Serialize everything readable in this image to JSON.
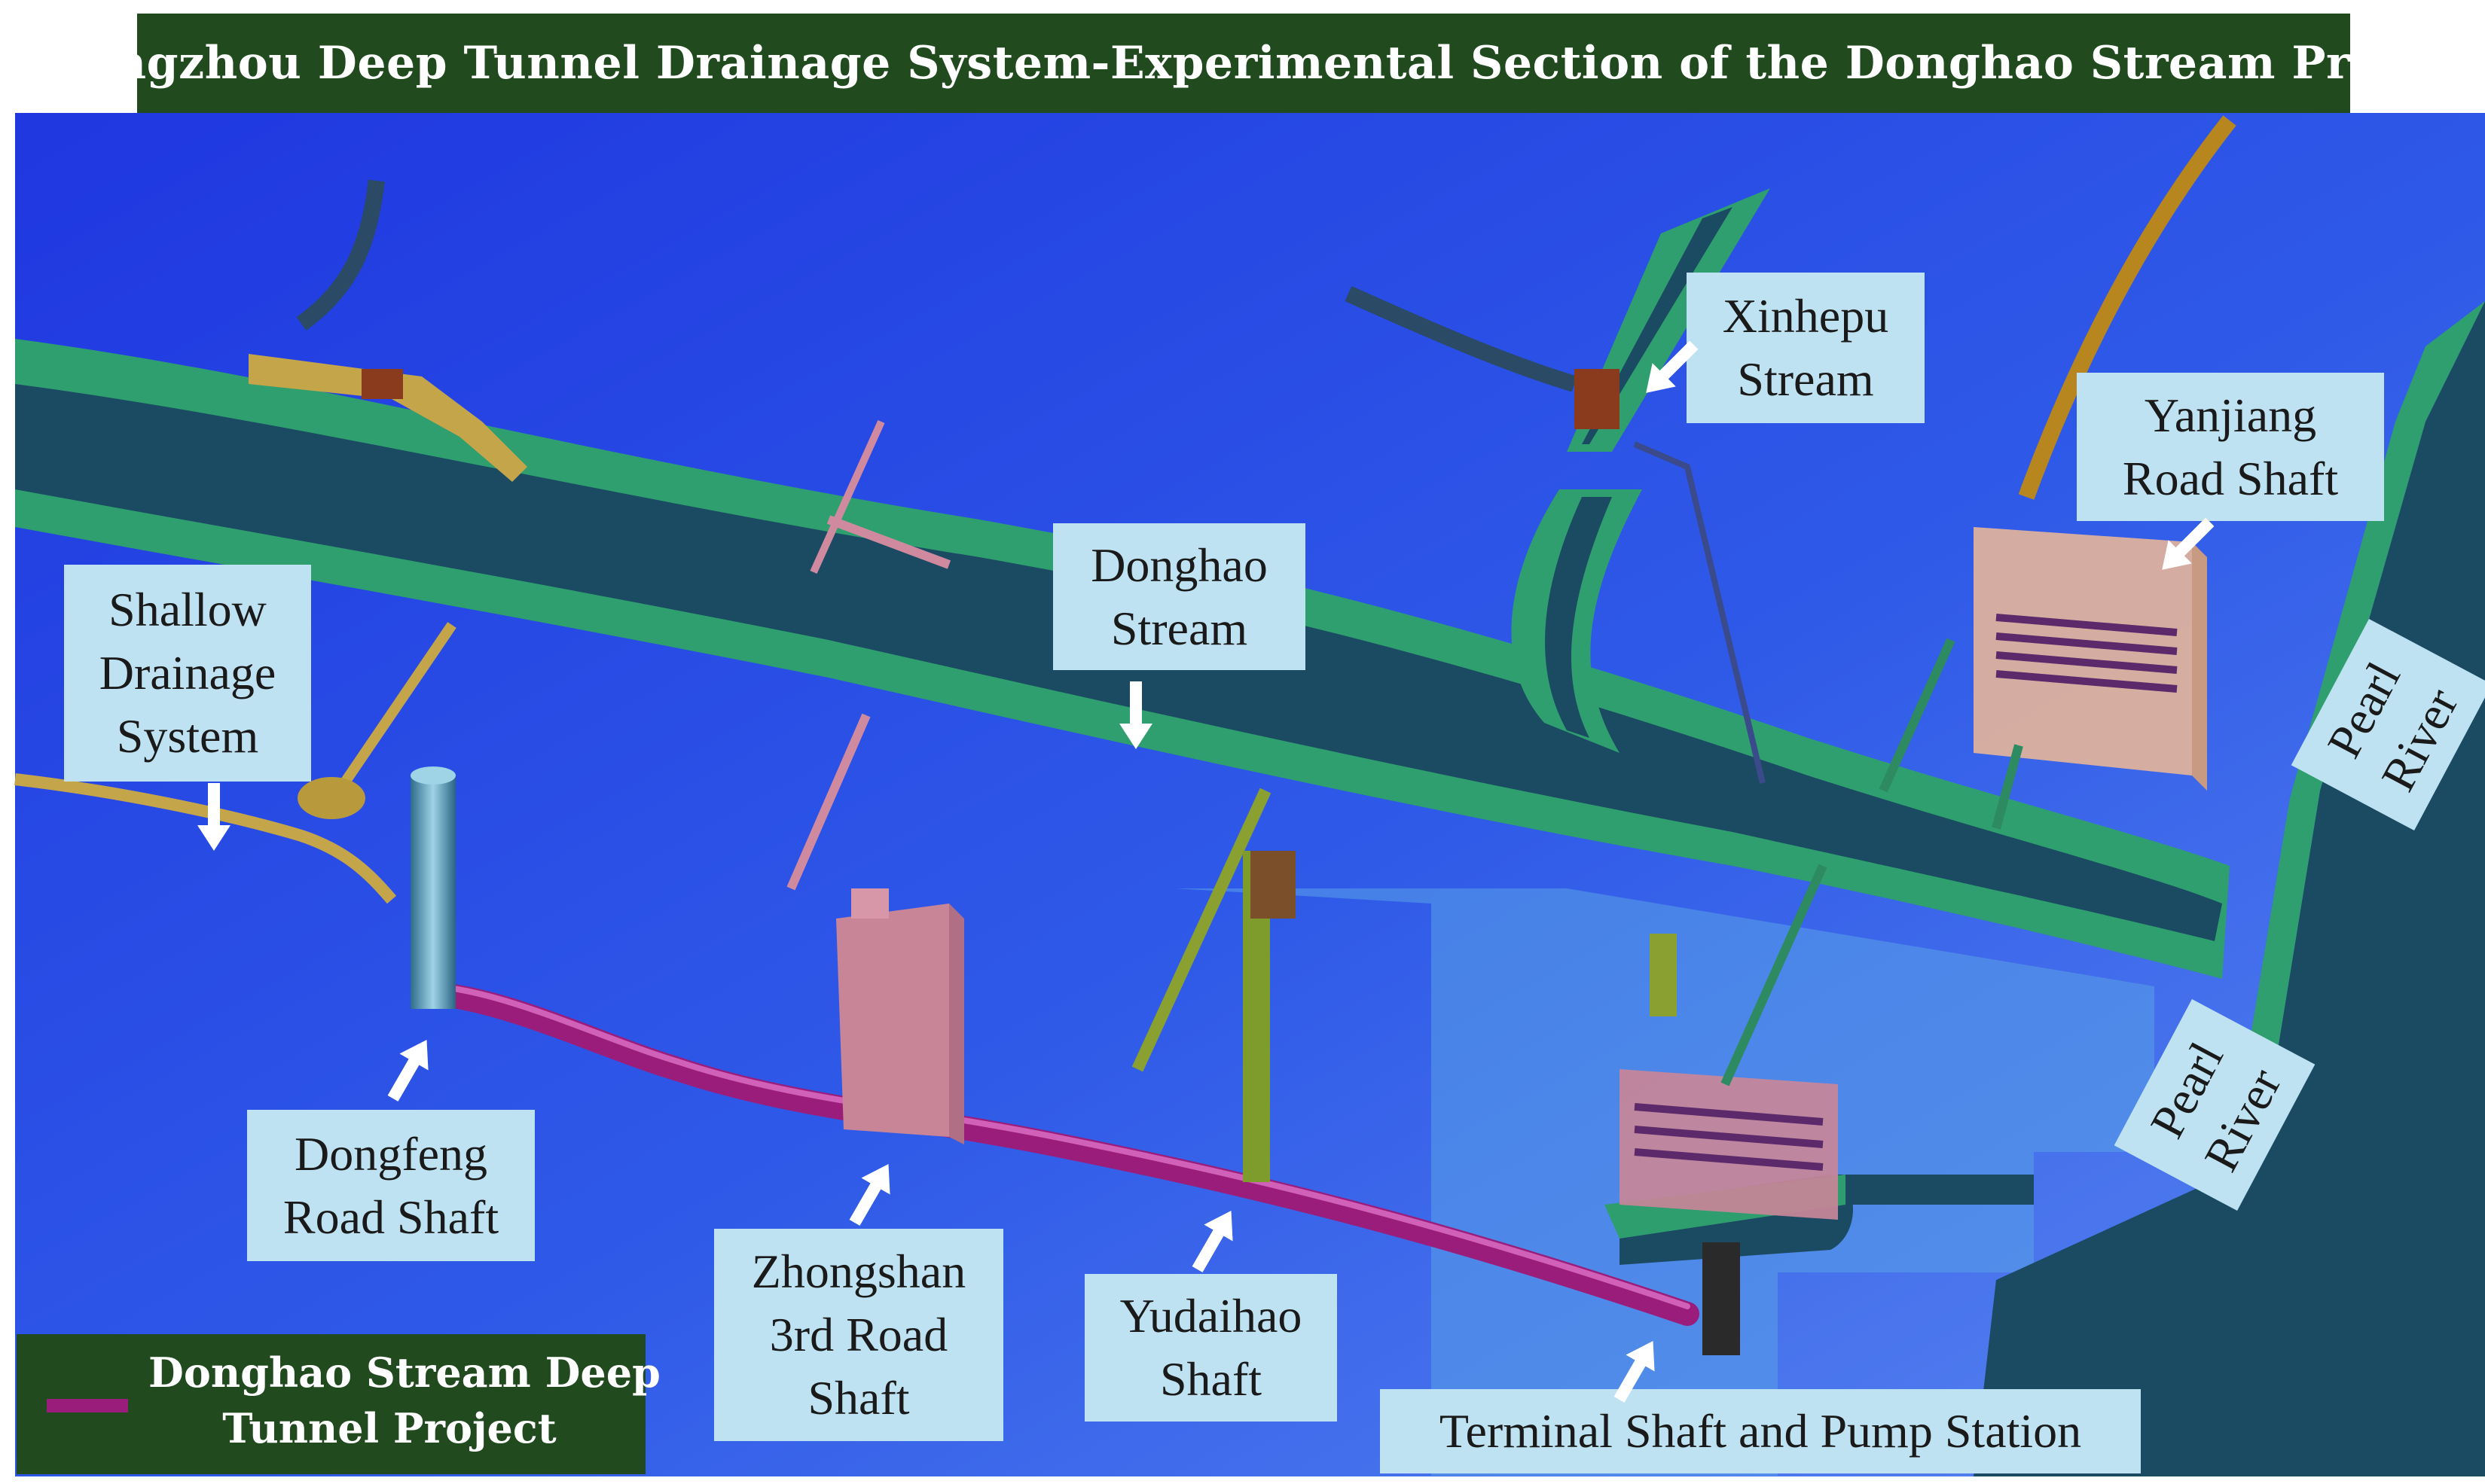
{
  "title": "Guangzhou Deep Tunnel Drainage System-Experimental Section of the Donghao Stream Project",
  "labels": {
    "xinhepu": [
      "Xinhepu",
      "Stream"
    ],
    "yanjiang": [
      "Yanjiang",
      "Road Shaft"
    ],
    "shallow": [
      "Shallow",
      "Drainage",
      "System"
    ],
    "donghao": [
      "Donghao",
      "Stream"
    ],
    "pearl_upper": [
      "Pearl",
      "River"
    ],
    "pearl_lower": [
      "Pearl",
      "River"
    ],
    "dongfeng": [
      "Dongfeng",
      "Road Shaft"
    ],
    "zhongshan": [
      "Zhongshan",
      "3rd Road",
      "Shaft"
    ],
    "yudaihao": [
      "Yudaihao",
      "Shaft"
    ],
    "terminal": [
      "Terminal Shaft and Pump Station"
    ]
  },
  "legend": {
    "label": [
      "Donghao Stream Deep",
      "Tunnel Project"
    ],
    "color": "#9a1d7c"
  },
  "colors": {
    "ground": "#2f57e6",
    "riverbank": "#2e9e6e",
    "water": "#1d4d66",
    "tunnel": "#9a1d7c",
    "label_fill": "#bfe2f2",
    "banner": "#214a1f"
  }
}
